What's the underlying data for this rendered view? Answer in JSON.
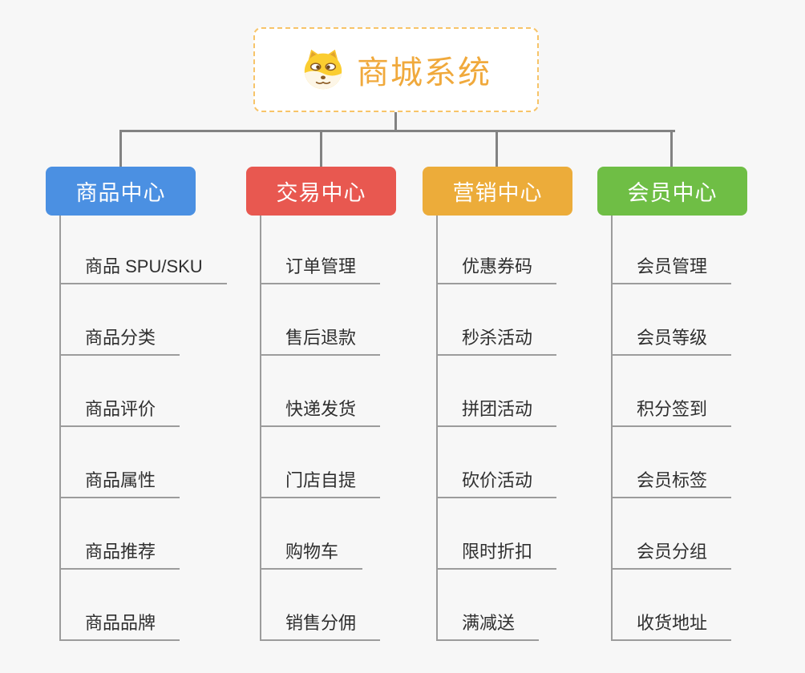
{
  "page": {
    "background_color": "#f7f7f7",
    "connector_color": "#828282",
    "child_line_color": "#9c9c9c"
  },
  "root": {
    "title": "商城系统",
    "icon": "doge-icon",
    "text_color": "#f0a93c",
    "border_color": "#f7c469"
  },
  "branches": [
    {
      "label": "商品中心",
      "color": "#4b90e2",
      "children": [
        "商品 SPU/SKU",
        "商品分类",
        "商品评价",
        "商品属性",
        "商品推荐",
        "商品品牌"
      ]
    },
    {
      "label": "交易中心",
      "color": "#e85850",
      "children": [
        "订单管理",
        "售后退款",
        "快递发货",
        "门店自提",
        "购物车",
        "销售分佣"
      ]
    },
    {
      "label": "营销中心",
      "color": "#ecac3a",
      "children": [
        "优惠券码",
        "秒杀活动",
        "拼团活动",
        "砍价活动",
        "限时折扣",
        "满减送"
      ]
    },
    {
      "label": "会员中心",
      "color": "#6fbe45",
      "children": [
        "会员管理",
        "会员等级",
        "积分签到",
        "会员标签",
        "会员分组",
        "收货地址"
      ]
    }
  ]
}
